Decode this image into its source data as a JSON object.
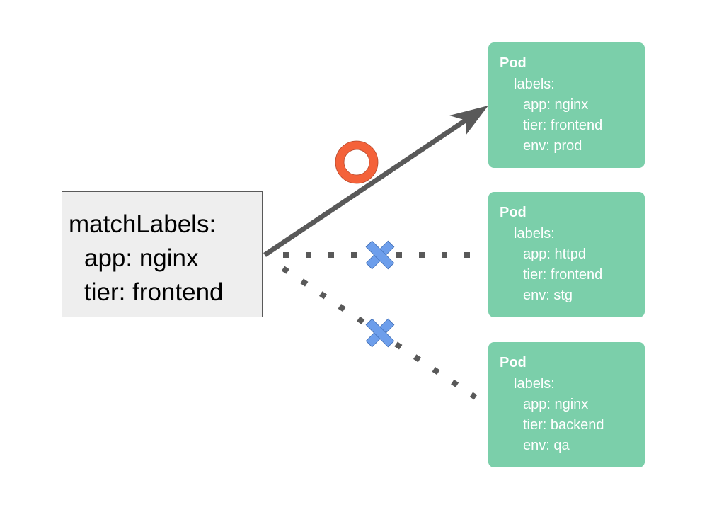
{
  "selector": {
    "heading": "matchLabels:",
    "labels": [
      "app: nginx",
      "tier: frontend"
    ]
  },
  "pods": [
    {
      "title": "Pod",
      "labels_heading": "labels:",
      "labels": [
        "app: nginx",
        "tier: frontend",
        "env: prod"
      ],
      "match": "match"
    },
    {
      "title": "Pod",
      "labels_heading": "labels:",
      "labels": [
        "app: httpd",
        "tier: frontend",
        "env: stg"
      ],
      "match": "no-match"
    },
    {
      "title": "Pod",
      "labels_heading": "labels:",
      "labels": [
        "app: nginx",
        "tier: backend",
        "env: qa"
      ],
      "match": "no-match"
    }
  ],
  "colors": {
    "pod_fill": "#7bcfaa",
    "selector_fill": "#eeeeee",
    "connector": "#595959",
    "match_mark": "#f4623a",
    "nomatch_mark": "#6d9eeb"
  },
  "icons": {
    "match": "circle-icon",
    "nomatch": "cross-icon"
  }
}
